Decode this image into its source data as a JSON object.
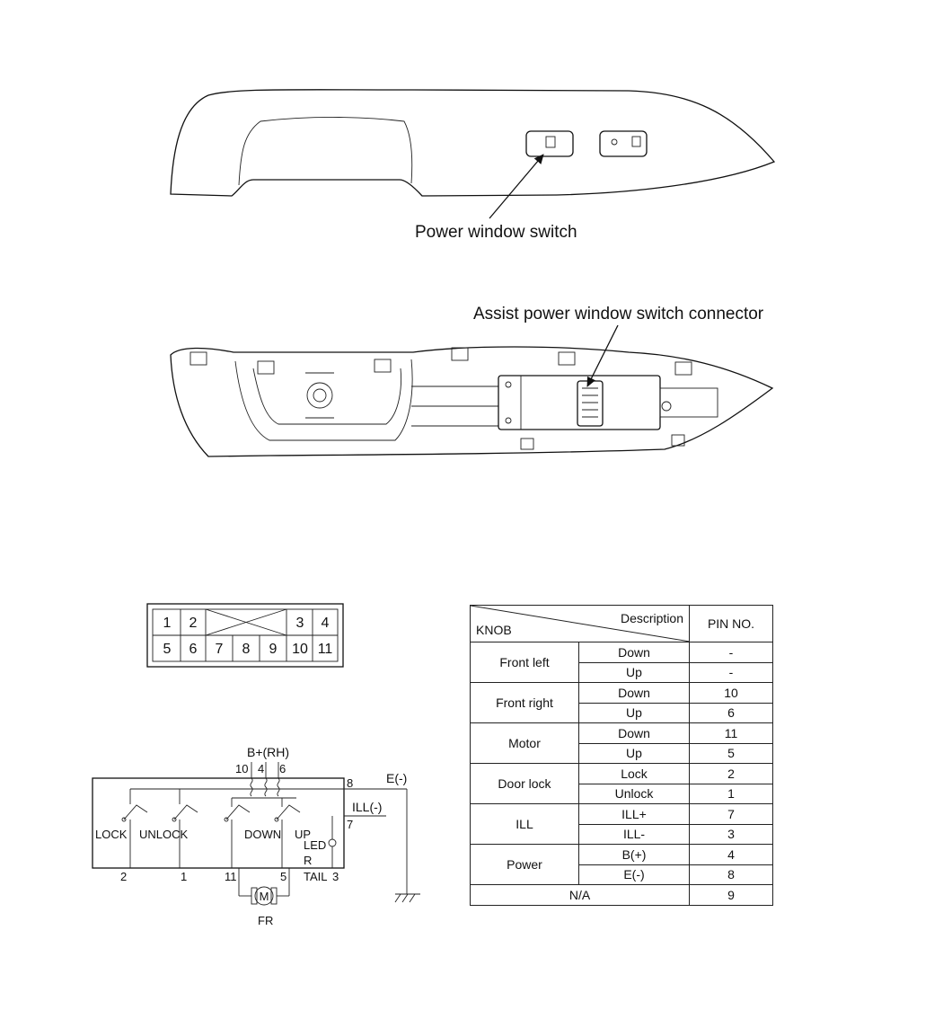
{
  "labels": {
    "power_window_switch": "Power window switch",
    "assist_connector": "Assist power window switch connector"
  },
  "connector": {
    "row1": [
      "1",
      "2",
      "3",
      "4"
    ],
    "row2": [
      "5",
      "6",
      "7",
      "8",
      "9",
      "10",
      "11"
    ]
  },
  "circuit": {
    "b_plus": "B+(RH)",
    "e_minus": "E(-)",
    "ill_minus": "ILL(-)",
    "lock": "LOCK",
    "unlock": "UNLOCK",
    "down": "DOWN",
    "up": "UP",
    "led": "LED",
    "r": "R",
    "tail": "TAIL",
    "motor": "M",
    "fr": "FR",
    "top_pins": [
      "10",
      "4",
      "6",
      "8"
    ],
    "pin7": "7",
    "bottom_pins": [
      "2",
      "1",
      "11",
      "5",
      "3"
    ]
  },
  "pin_table": {
    "header_desc": "Description",
    "header_knob": "KNOB",
    "header_pin": "PIN NO.",
    "groups": [
      {
        "name": "Front left",
        "rows": [
          {
            "desc": "Down",
            "pin": "-"
          },
          {
            "desc": "Up",
            "pin": "-"
          }
        ]
      },
      {
        "name": "Front right",
        "rows": [
          {
            "desc": "Down",
            "pin": "10"
          },
          {
            "desc": "Up",
            "pin": "6"
          }
        ]
      },
      {
        "name": "Motor",
        "rows": [
          {
            "desc": "Down",
            "pin": "11"
          },
          {
            "desc": "Up",
            "pin": "5"
          }
        ]
      },
      {
        "name": "Door lock",
        "rows": [
          {
            "desc": "Lock",
            "pin": "2"
          },
          {
            "desc": "Unlock",
            "pin": "1"
          }
        ]
      },
      {
        "name": "ILL",
        "rows": [
          {
            "desc": "ILL+",
            "pin": "7"
          },
          {
            "desc": "ILL-",
            "pin": "3"
          }
        ]
      },
      {
        "name": "Power",
        "rows": [
          {
            "desc": "B(+)",
            "pin": "4"
          },
          {
            "desc": "E(-)",
            "pin": "8"
          }
        ]
      }
    ],
    "na_label": "N/A",
    "na_pin": "9"
  }
}
